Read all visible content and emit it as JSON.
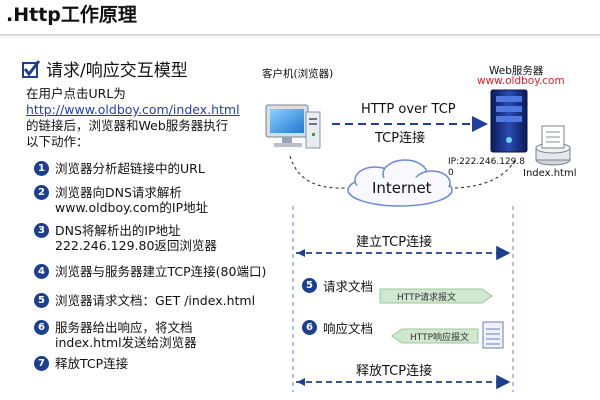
{
  "title": ".Http工作原理",
  "heading": "请求/响应交互模型",
  "intro": {
    "line1": "在用户点击URL为",
    "link": "http://www.oldboy.com/index.html",
    "line2": "的链接后，浏览器和Web服务器执行",
    "line3": "以下动作："
  },
  "steps": [
    {
      "num": "1",
      "lines": [
        "浏览器分析超链接中的URL"
      ]
    },
    {
      "num": "2",
      "lines": [
        "浏览器向DNS请求解析",
        "www.oldboy.com的IP地址"
      ]
    },
    {
      "num": "3",
      "lines": [
        "DNS将解析出的IP地址",
        "222.246.129.80返回浏览器"
      ]
    },
    {
      "num": "4",
      "lines": [
        "浏览器与服务器建立TCP连接(80端口)"
      ]
    },
    {
      "num": "5",
      "lines": [
        "浏览器请求文档：GET /index.html"
      ]
    },
    {
      "num": "6",
      "lines": [
        "服务器给出响应，将文档",
        "index.html发送给浏览器"
      ]
    },
    {
      "num": "7",
      "lines": [
        "释放TCP连接"
      ]
    }
  ],
  "diagram": {
    "client_label": "客户机(浏览器)",
    "server_label": "Web服务器",
    "server_domain": "www.oldboy.com",
    "http_over_tcp": "HTTP over TCP",
    "tcp_conn": "TCP连接",
    "ip_label_1": "IP:222.246.129.8",
    "ip_label_2": "0",
    "index_label": "Index.html",
    "internet": "Internet",
    "establish": "建立TCP连接",
    "request": {
      "num": "5",
      "label": "请求文档",
      "pill": "HTTP请求报文"
    },
    "response": {
      "num": "6",
      "label": "响应文档",
      "pill": "HTTP响应报文"
    },
    "release": "释放TCP连接",
    "colors": {
      "accent": "#1d3f8f",
      "domain_red": "#e02020",
      "arrow_blue": "#1f3f9f",
      "pill_green": "#cfe8cf"
    }
  }
}
